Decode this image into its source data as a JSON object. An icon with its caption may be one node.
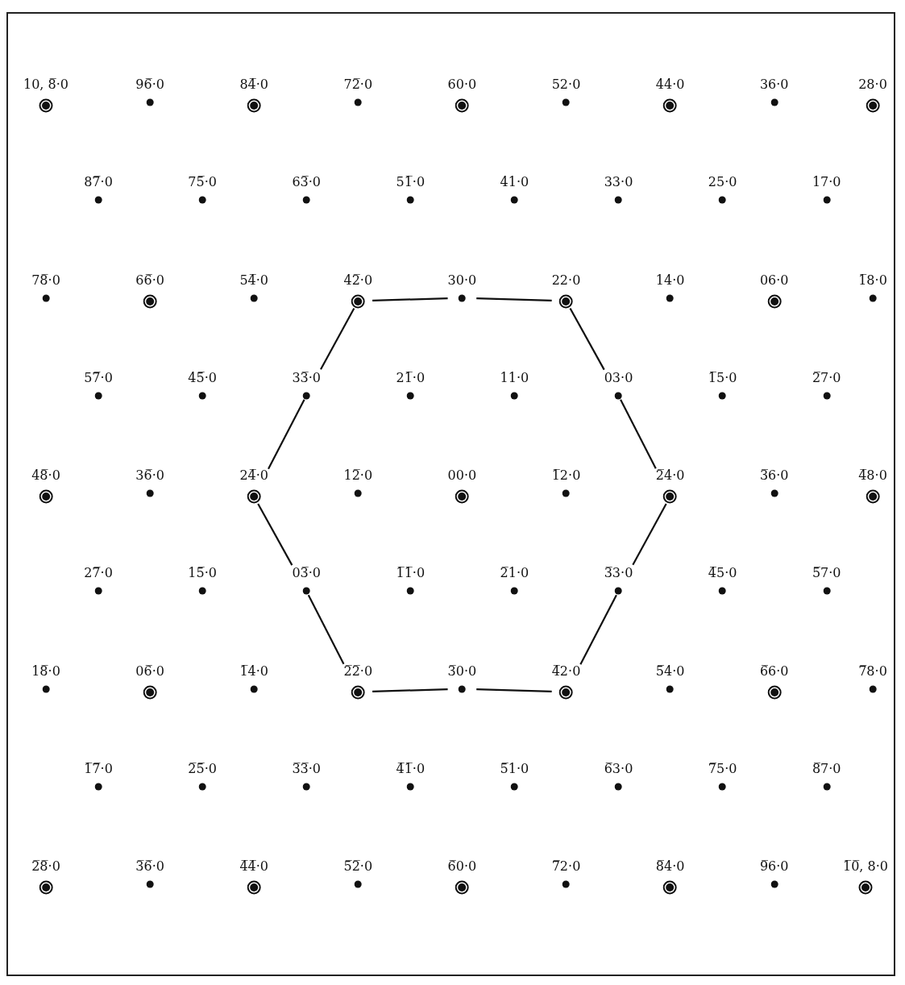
{
  "diagram": {
    "nodes": [
      {
        "text": [
          "10, 8̅·0"
        ]
      },
      {
        "text": [
          "96̅·0"
        ]
      },
      {
        "text": [
          "84̅·0"
        ]
      },
      {
        "text": [
          "72̅·0"
        ]
      },
      {
        "text": [
          "60·0"
        ]
      },
      {
        "text": [
          "52·0"
        ]
      },
      {
        "text": [
          "44·0"
        ]
      },
      {
        "text": [
          "36·0"
        ]
      },
      {
        "text": [
          "28·0"
        ]
      },
      {
        "text": [
          "87̅·0"
        ]
      },
      {
        "text": [
          "75̅·0"
        ]
      },
      {
        "text": [
          "63̅·0"
        ]
      },
      {
        "text": [
          "51̅·0"
        ]
      },
      {
        "text": [
          "41·0"
        ]
      },
      {
        "text": [
          "33·0"
        ]
      },
      {
        "text": [
          "25·0"
        ]
      },
      {
        "text": [
          "17·0"
        ]
      },
      {
        "text": [
          "78̅·0"
        ]
      },
      {
        "text": [
          "66̅·0"
        ]
      },
      {
        "text": [
          "54̅·0"
        ]
      },
      {
        "text": [
          "42̅·0"
        ]
      },
      {
        "text": [
          "30·0"
        ]
      },
      {
        "text": [
          "22·0"
        ]
      },
      {
        "text": [
          "14·0"
        ]
      },
      {
        "text": [
          "06·0"
        ]
      },
      {
        "text": [
          "1̅8·0"
        ]
      },
      {
        "text": [
          "57̅·0"
        ]
      },
      {
        "text": [
          "45̅·0"
        ]
      },
      {
        "text": [
          "33̅·0"
        ]
      },
      {
        "text": [
          "21̅·0"
        ]
      },
      {
        "text": [
          "11·0"
        ]
      },
      {
        "text": [
          "03·0"
        ]
      },
      {
        "text": [
          "1̅5·0"
        ]
      },
      {
        "text": [
          "2̅7·0"
        ]
      },
      {
        "text": [
          "48̅·0"
        ]
      },
      {
        "text": [
          "36̅·0"
        ]
      },
      {
        "text": [
          "24̅·0"
        ]
      },
      {
        "text": [
          "12̅·0"
        ]
      },
      {
        "text": [
          "00·0"
        ]
      },
      {
        "text": [
          "1̅2·0"
        ]
      },
      {
        "text": [
          "2̅4·0"
        ]
      },
      {
        "text": [
          "3̅6·0"
        ]
      },
      {
        "text": [
          "4̅8·0"
        ]
      },
      {
        "text": [
          "27̅·0"
        ]
      },
      {
        "text": [
          "15̅·0"
        ]
      },
      {
        "text": [
          "03̅·0"
        ]
      },
      {
        "text": [
          "1̅1̅·0"
        ]
      },
      {
        "text": [
          "2̅1·0"
        ]
      },
      {
        "text": [
          "3̅3·0"
        ]
      },
      {
        "text": [
          "4̅5·0"
        ]
      },
      {
        "text": [
          "5̅7·0"
        ]
      },
      {
        "text": [
          "18̅·0"
        ]
      },
      {
        "text": [
          "06̅·0"
        ]
      },
      {
        "text": [
          "1̅4·0"
        ]
      },
      {
        "text": [
          "2̅2̅·0"
        ]
      },
      {
        "text": [
          "3̅0·0"
        ]
      },
      {
        "text": [
          "4̅2·0"
        ]
      },
      {
        "text": [
          "5̅4·0"
        ]
      },
      {
        "text": [
          "6̅6·0"
        ]
      },
      {
        "text": [
          "7̅8·0"
        ]
      },
      {
        "text": [
          "1̅7̅·0"
        ]
      },
      {
        "text": [
          "2̅5̅·0"
        ]
      },
      {
        "text": [
          "3̅3̅·0"
        ]
      },
      {
        "text": [
          "4̅1̅·0"
        ]
      },
      {
        "text": [
          "5̅1·0"
        ]
      },
      {
        "text": [
          "6̅3·0"
        ]
      },
      {
        "text": [
          "7̅5·0"
        ]
      },
      {
        "text": [
          "8̅7·0"
        ]
      },
      {
        "text": [
          "2̅8̅·0"
        ]
      },
      {
        "text": [
          "3̅6̅·0"
        ]
      },
      {
        "text": [
          "4̅4̅·0"
        ]
      },
      {
        "text": [
          "5̅2̅·0"
        ]
      },
      {
        "text": [
          "6̅0·0"
        ]
      },
      {
        "text": [
          "7̅2·0"
        ]
      },
      {
        "text": [
          "8̅4·0"
        ]
      },
      {
        "text": [
          "9̅6·0"
        ]
      },
      {
        "text": [
          "1̅0̅, 8·0"
        ]
      }
    ],
    "edges": [
      {
        "from": 20,
        "to": 21,
        "arrow": "none"
      },
      {
        "from": 21,
        "to": 22,
        "arrow": "none"
      },
      {
        "from": 22,
        "to": 31,
        "arrow": "none"
      },
      {
        "from": 31,
        "to": 40,
        "arrow": "none"
      },
      {
        "from": 40,
        "to": 48,
        "arrow": "none"
      },
      {
        "from": 48,
        "to": 56,
        "arrow": "none"
      },
      {
        "from": 56,
        "to": 55,
        "arrow": "none"
      },
      {
        "from": 55,
        "to": 54,
        "arrow": "none"
      },
      {
        "from": 54,
        "to": 45,
        "arrow": "none"
      },
      {
        "from": 45,
        "to": 36,
        "arrow": "none"
      },
      {
        "from": 36,
        "to": 28,
        "arrow": "none"
      },
      {
        "from": 28,
        "to": 20,
        "arrow": "none"
      }
    ]
  }
}
